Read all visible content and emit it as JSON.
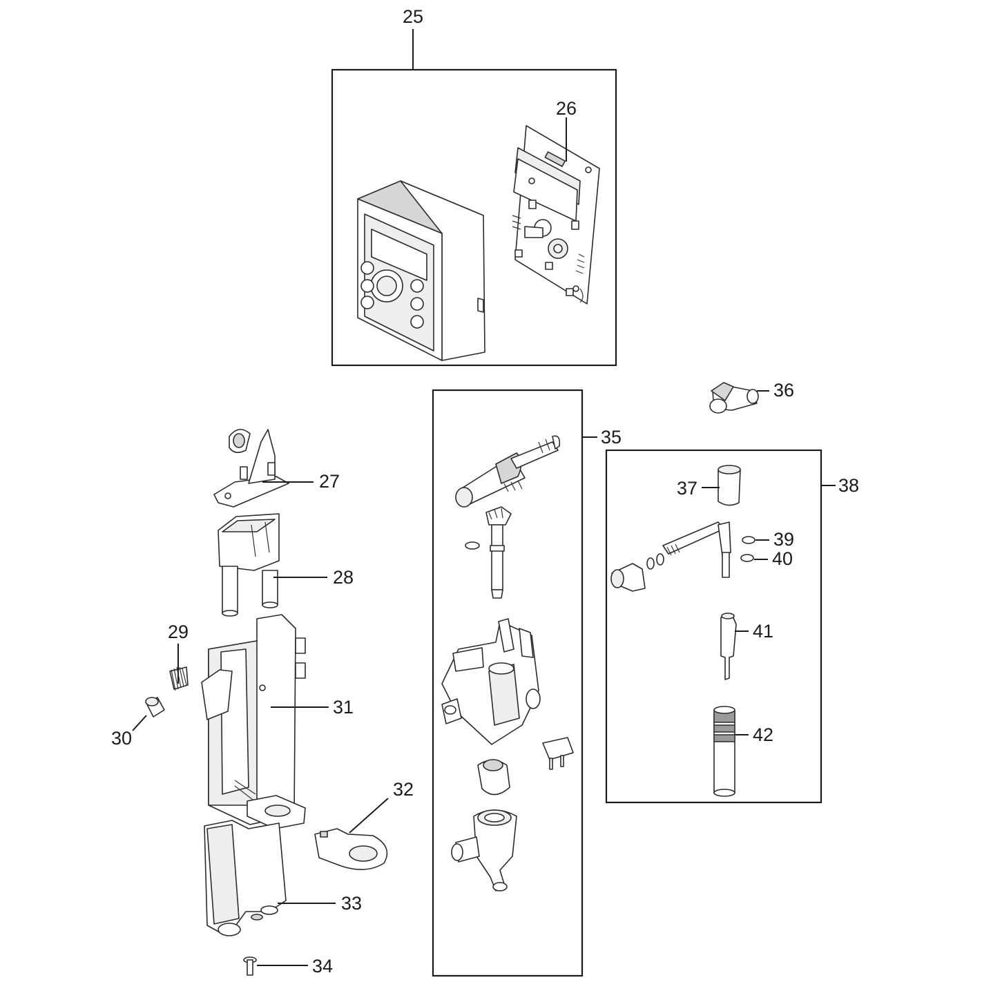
{
  "labels": {
    "l25": "25",
    "l26": "26",
    "l27": "27",
    "l28": "28",
    "l29": "29",
    "l30": "30",
    "l31": "31",
    "l32": "32",
    "l33": "33",
    "l34": "34",
    "l35": "35",
    "l36": "36",
    "l37": "37",
    "l38": "38",
    "l39": "39",
    "l40": "40",
    "l41": "41",
    "l42": "42"
  },
  "colors": {
    "line": "#1a1a1a",
    "part_fill": "#ffffff",
    "shade": "#d6d6d6"
  }
}
